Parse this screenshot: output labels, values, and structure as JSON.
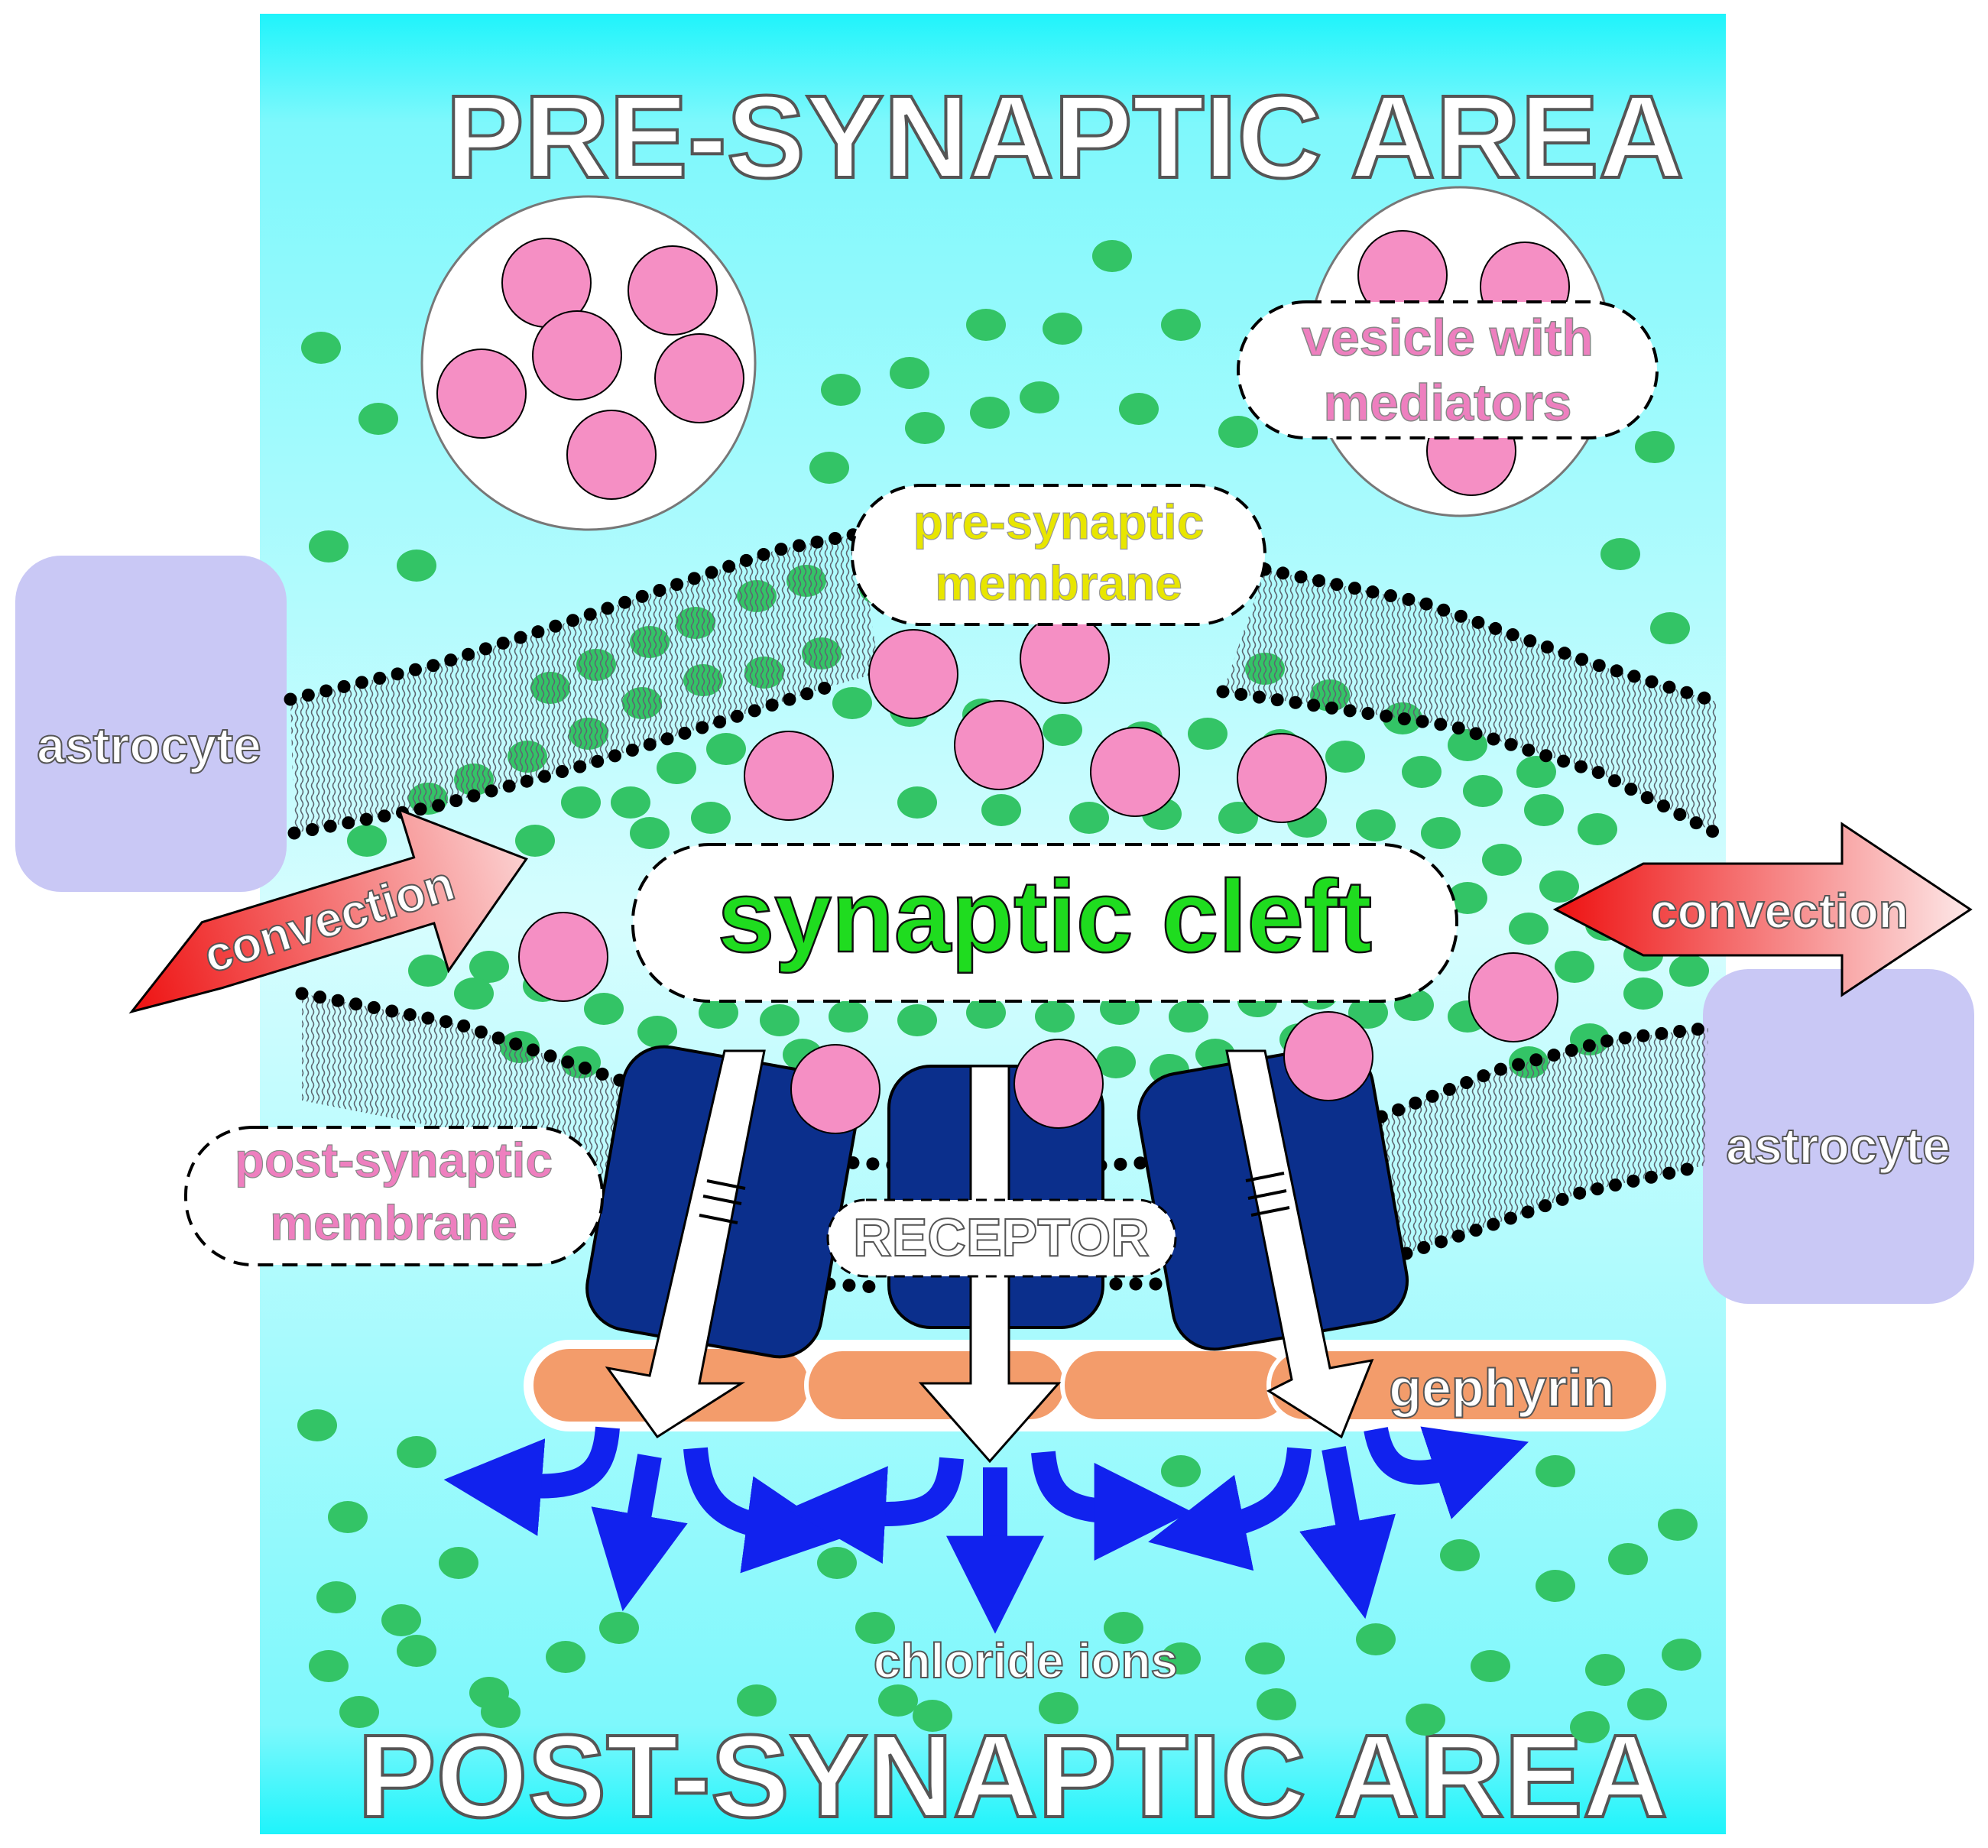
{
  "labels": {
    "pre_area": "PRE-SYNAPTIC AREA",
    "post_area": "POST-SYNAPTIC AREA",
    "vesicle": [
      "vesicle with",
      "mediators"
    ],
    "pre_membrane": [
      "pre-synaptic",
      "membrane"
    ],
    "post_membrane": [
      "post-synaptic",
      "membrane"
    ],
    "cleft": "synaptic cleft",
    "astrocyte_left": "astrocyte",
    "astrocyte_right": "astrocyte",
    "convection_left": "convection",
    "convection_right": "convection",
    "receptor": "RECEPTOR",
    "gephyrin": "gephyrin",
    "chloride": "chloride ions"
  },
  "colors": {
    "background_top": "#22f0f8",
    "background_mid": "#c8fcfe",
    "neurotransmitter_green": "#33c466",
    "mediator_pink": "#f58fc4",
    "receptor_navy": "#0b2f8c",
    "gephyrin_orange": "#f39c6b",
    "astrocyte_lavender": "#c9c8f5",
    "arrow_red": "#ee1111",
    "ion_arrow_blue": "#1122ee",
    "cleft_text_green": "#1fdc1f",
    "pre_membrane_text": "#e8e600",
    "post_membrane_text": "#ee7fbf"
  }
}
